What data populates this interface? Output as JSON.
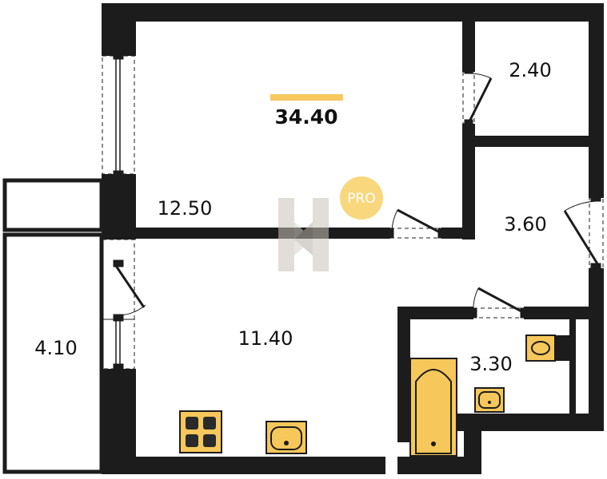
{
  "plan": {
    "total_area": "34.40",
    "rooms": {
      "storage": "2.40",
      "main_room": "12.50",
      "hallway": "3.60",
      "balcony": "4.10",
      "kitchen": "11.40",
      "bathroom": "3.30"
    },
    "badge": "PRO"
  },
  "colors": {
    "wall": "#1c1c1c",
    "accent": "#f7c85d",
    "fixture_fill": "#f6c75a",
    "badge": "#f9d77d"
  }
}
